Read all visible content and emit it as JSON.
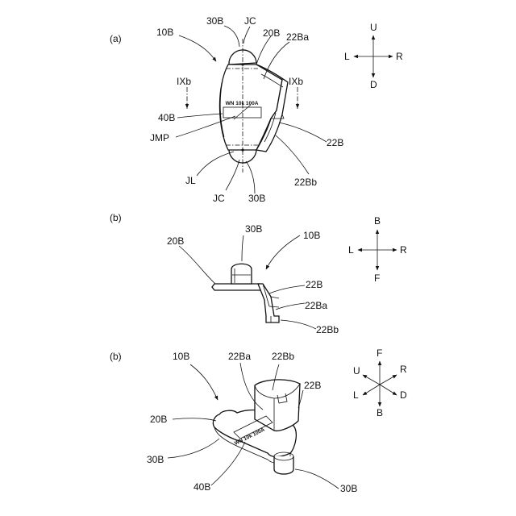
{
  "panels": [
    {
      "id": "a",
      "tag": "(a)",
      "labels": {
        "ref_10B": "10B",
        "ref_30B_top": "30B",
        "ref_JC_top": "JC",
        "ref_20B": "20B",
        "ref_22Ba": "22Ba",
        "ref_IXb_left": "IXb",
        "ref_IXb_right": "IXb",
        "ref_40B": "40B",
        "ref_JMP": "JMP",
        "ref_22B": "22B",
        "ref_JL": "JL",
        "ref_22Bb": "22Bb",
        "ref_JC_bottom": "JC",
        "ref_30B_bottom": "30B",
        "marking": "WN 10k 100A"
      },
      "axes": {
        "up": "U",
        "down": "D",
        "left": "L",
        "right": "R"
      }
    },
    {
      "id": "b1",
      "tag": "(b)",
      "labels": {
        "ref_30B": "30B",
        "ref_10B": "10B",
        "ref_20B": "20B",
        "ref_22B": "22B",
        "ref_22Ba": "22Ba",
        "ref_22Bb": "22Bb"
      },
      "axes": {
        "up": "B",
        "down": "F",
        "left": "L",
        "right": "R"
      }
    },
    {
      "id": "b2",
      "tag": "(b)",
      "labels": {
        "ref_10B": "10B",
        "ref_22Ba": "22Ba",
        "ref_22Bb": "22Bb",
        "ref_22B": "22B",
        "ref_20B": "20B",
        "ref_30B_left": "30B",
        "ref_40B": "40B",
        "ref_30B_right": "30B",
        "marking": "WN 10k 100A"
      },
      "axes": {
        "up": "F",
        "down": "B",
        "upper_left": "U",
        "upper_right": "R",
        "lower_left": "L",
        "lower_right": "D"
      }
    }
  ]
}
